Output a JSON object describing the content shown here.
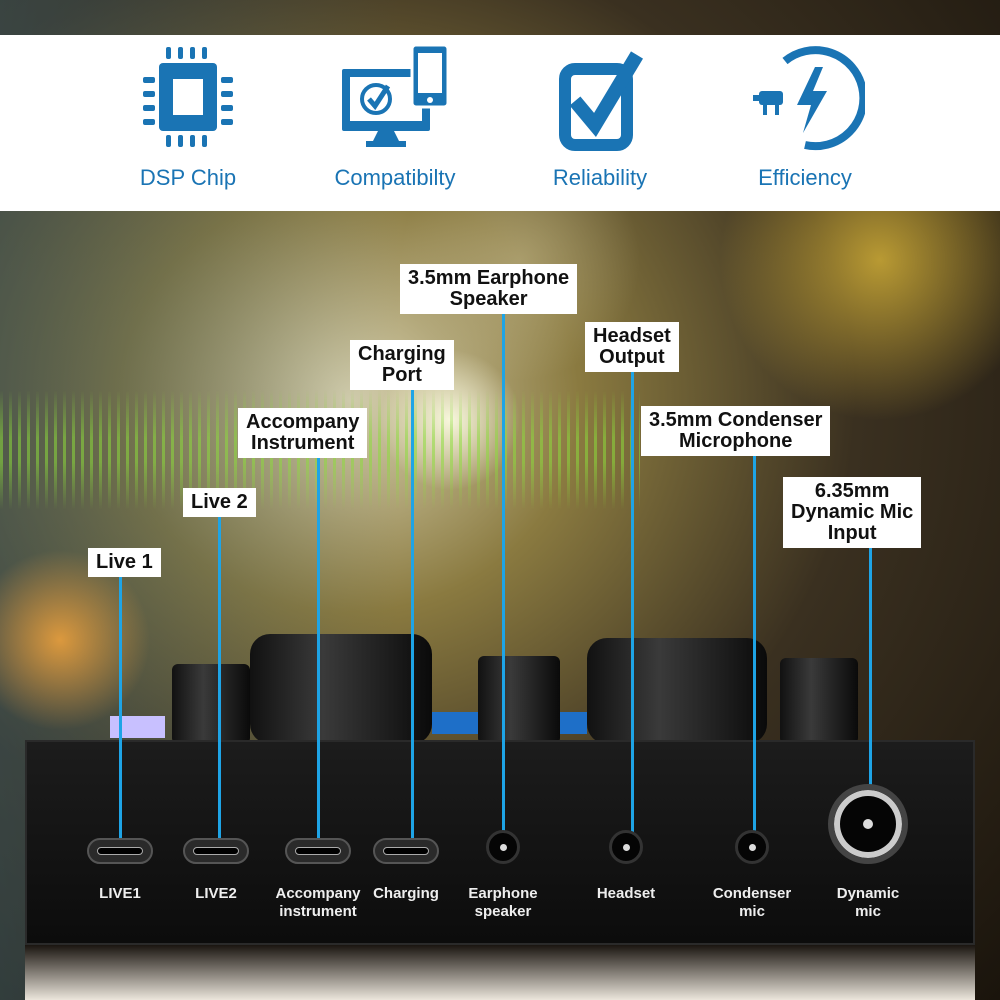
{
  "features": [
    {
      "icon": "dsp-chip-icon",
      "label": "DSP Chip"
    },
    {
      "icon": "monitor-phone-check-icon",
      "label": "Compatibilty"
    },
    {
      "icon": "checkbox-icon",
      "label": "Reliability"
    },
    {
      "icon": "plug-lightning-icon",
      "label": "Efficiency"
    }
  ],
  "callouts": [
    {
      "id": "live1",
      "text": "Live 1"
    },
    {
      "id": "live2",
      "text": "Live 2"
    },
    {
      "id": "accompany",
      "text": "Accompany\nInstrument"
    },
    {
      "id": "charging",
      "text": "Charging\nPort"
    },
    {
      "id": "earphone",
      "text": "3.5mm Earphone\nSpeaker"
    },
    {
      "id": "headset",
      "text": "Headset\nOutput"
    },
    {
      "id": "condenser",
      "text": "3.5mm Condenser\nMicrophone"
    },
    {
      "id": "dynamic",
      "text": "6.35mm\nDynamic Mic\nInput"
    }
  ],
  "ports": [
    {
      "label": "LIVE1",
      "type": "usb"
    },
    {
      "label": "LIVE2",
      "type": "usb"
    },
    {
      "label": "Accompany\ninstrument",
      "type": "usb"
    },
    {
      "label": "Charging",
      "type": "usb"
    },
    {
      "label": "Earphone\nspeaker",
      "type": "jack"
    },
    {
      "label": "Headset",
      "type": "jack"
    },
    {
      "label": "Condenser\nmic",
      "type": "jack"
    },
    {
      "label": "Dynamic\nmic",
      "type": "big-jack"
    }
  ],
  "colors": {
    "accent": "#1a74b4",
    "line": "#1ea4e6"
  }
}
